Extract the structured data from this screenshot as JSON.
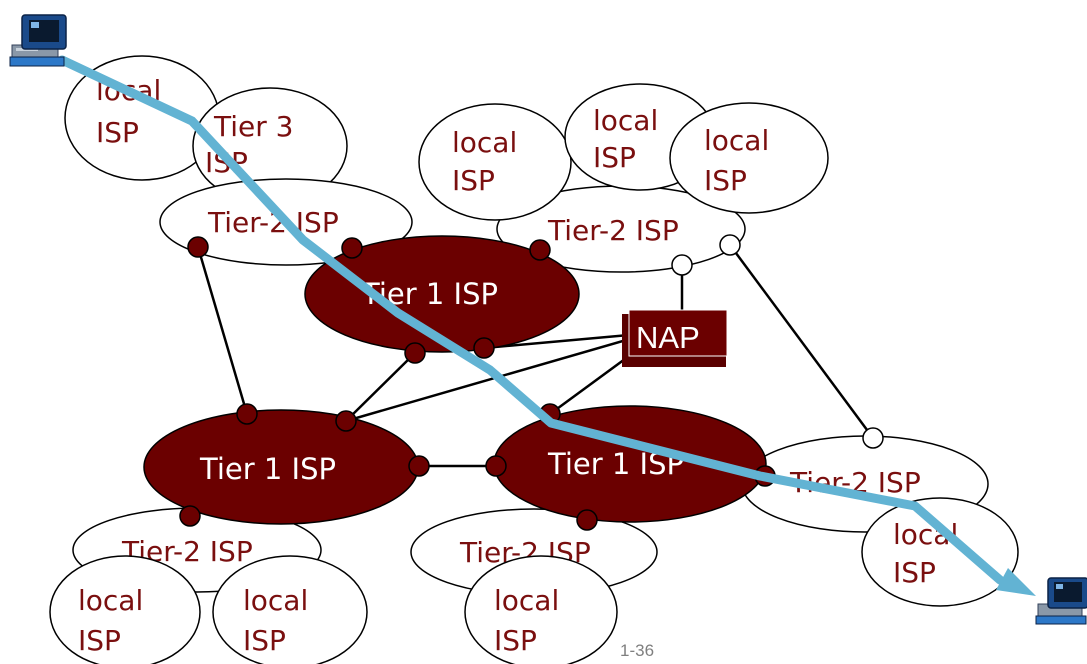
{
  "colors": {
    "tier1_fill": "#6b0000",
    "node_fill": "#6b0000",
    "label_dark": "#7a0f0f",
    "path": "#62b3d3",
    "line": "#000000",
    "background": "#ffffff"
  },
  "hosts": {
    "source_icon": "desktop-computer-icon",
    "destination_icon": "desktop-computer-icon"
  },
  "isps": {
    "local_top_left": [
      "local",
      "ISP"
    ],
    "tier3": [
      "Tier 3",
      "ISP"
    ],
    "local_top_1": [
      "local",
      "ISP"
    ],
    "local_top_2": [
      "local",
      "ISP"
    ],
    "local_top_3": [
      "local",
      "ISP"
    ],
    "tier2_top_left": "Tier-2 ISP",
    "tier2_top_right": "Tier-2 ISP",
    "tier1_top": "Tier 1 ISP",
    "tier1_bottom_left": "Tier 1 ISP",
    "tier1_bottom_right": "Tier 1 ISP",
    "tier2_right": "Tier-2 ISP",
    "local_right": [
      "local",
      "ISP"
    ],
    "tier2_bottom_left": "Tier-2 ISP",
    "tier2_bottom_mid": "Tier-2 ISP",
    "local_bottom_1": [
      "local",
      "ISP"
    ],
    "local_bottom_2": [
      "local",
      "ISP"
    ],
    "local_bottom_3": [
      "local",
      "ISP"
    ]
  },
  "nap": {
    "label": "NAP"
  },
  "footer": {
    "page_number": "1-36"
  }
}
